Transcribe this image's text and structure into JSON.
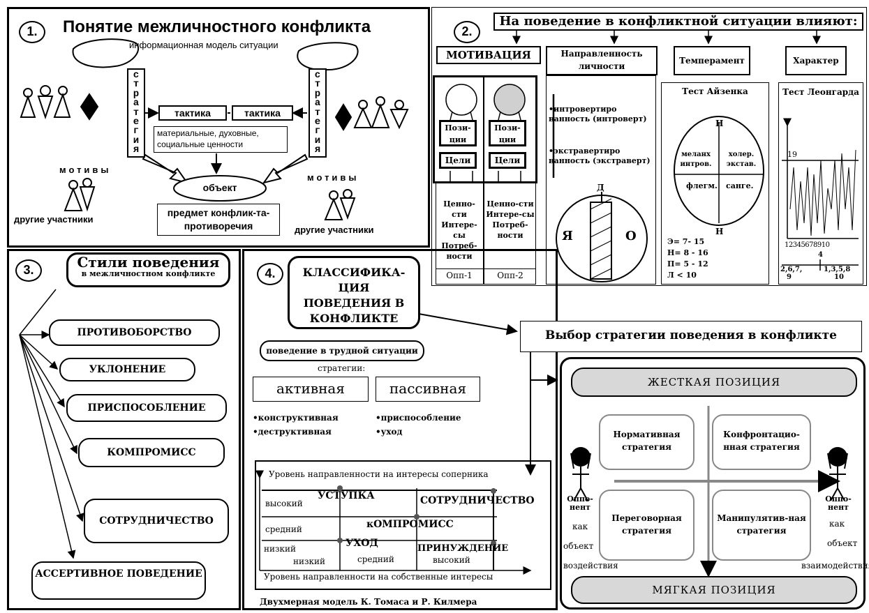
{
  "p1": {
    "number": "1.",
    "title": "Понятие межличностного конфликта",
    "info_model": "информационная модель ситуации",
    "strategy_left": [
      "с",
      "т",
      "р",
      "а",
      "т",
      "е",
      "г",
      "и",
      "я"
    ],
    "strategy_right": [
      "с",
      "т",
      "р",
      "а",
      "т",
      "е",
      "г",
      "и",
      "я"
    ],
    "tactic_left": "тактика",
    "tactic_right": "тактика",
    "values": "материальные, духовные, социальные ценности",
    "motives_left": "мотивы",
    "motives_right": "мотивы",
    "object": "объект",
    "subject": "предмет конфлик-та-противоречия",
    "others_left": "другие  участники",
    "others_right": "другие  участники"
  },
  "p2": {
    "number": "2.",
    "header": "На поведение в конфликтной ситуации влияют:",
    "cat_motivation": "МОТИВАЦИЯ",
    "cat_orientation": "Направленность личности",
    "cat_temperament": "Темперамент",
    "cat_character": "Характер",
    "positions": "Пози-ции",
    "goals": "Цели",
    "values_text": "Ценно-сти Интере-сы Потреб-ности",
    "opp1": "Опп-1",
    "opp2": "Опп-2",
    "introvert": "•интровертиро ванность (интроверт)",
    "extravert": "•экстравертиро ванность (экстраверт)",
    "d_label": "Д",
    "ya_label": "Я",
    "o_label": "О",
    "eysenck": "Тест Айзенка",
    "n_label": "Н",
    "melanch": "меланх интров.",
    "choler": "холер. экстав.",
    "phlegm": "флегм.",
    "sanguine": "санге.",
    "e_range": "Э= 7- 15",
    "n_range": "Н= 8 - 16",
    "p_range": "П= 5 - 12",
    "l_range": "Л < 10",
    "leonhard": "Тест Леонгарда",
    "y_tick": "19",
    "x_ticks": "12345678910",
    "scale_mid": "4",
    "scale_left": "2,6,7,",
    "scale_left2": "9",
    "scale_right": "1,3,5,8",
    "scale_right2": "10"
  },
  "p3": {
    "number": "3.",
    "title": "Стили поведения",
    "subtitle": "в межличностном конфликте",
    "styles": [
      "ПРОТИВОБОРСТВО",
      "УКЛОНЕНИЕ",
      "ПРИСПОСОБЛЕНИЕ",
      "КОМПРОМИСС",
      "СОТРУДНИЧЕСТВО"
    ],
    "assertive": "АССЕРТИВНОЕ ПОВЕДЕНИЕ"
  },
  "p4": {
    "number": "4.",
    "title": "КЛАССИФИКА-ЦИЯ ПОВЕДЕНИЯ В КОНФЛИКТЕ",
    "difficult": "поведение в трудной ситуации",
    "strategies": "стратегии:",
    "active": "активная",
    "passive": "пассивная",
    "constructive": "•конструктивная",
    "destructive": "•деструктивная",
    "adaptation": "•приспособление",
    "leaving": "•уход",
    "grid_y_title": "Уровень направленности на интересы соперника",
    "grid_x_title": "Уровень направленности на собственные интересы",
    "row_high": "высокий",
    "row_mid": "средний",
    "row_low": "низкий",
    "col_low": "низкий",
    "col_mid": "средний",
    "col_high": "высокий",
    "concession": "УСТУПКА",
    "cooperation": "СОТРУДНИЧЕСТВО",
    "compromise": "кОМПРОМИСС",
    "leave": "УХОД",
    "coercion": "ПРИНУЖДЕНИЕ",
    "caption": "Двухмерная модель К. Томаса и Р. Килмера"
  },
  "p5": {
    "choice": "Выбор  стратегии поведения в конфликте",
    "hard": "ЖЕСТКАЯ   ПОЗИЦИЯ",
    "soft": "МЯГКАЯ  ПОЗИЦИЯ",
    "normative": "Нормативная стратегия",
    "confront": "Конфронтацио-нная стратегия",
    "negotiate": "Переговорная стратегия",
    "manipul": "Манипулятив-ная стратегия",
    "opp_left_title": "Оппо-нент",
    "opp_left_as": "как",
    "opp_left_object": "объект",
    "opp_left_action": "воздействия",
    "opp_right_title": "Оппо-нент",
    "opp_right_as": "как",
    "opp_right_object": "объект",
    "opp_right_action": "взаимодействия"
  }
}
